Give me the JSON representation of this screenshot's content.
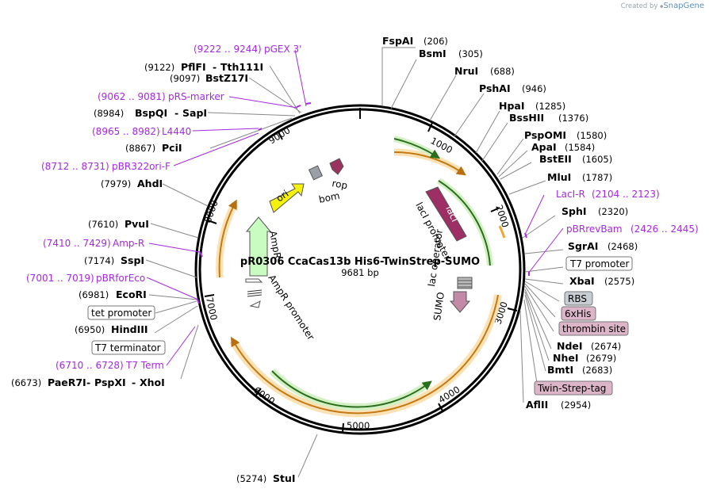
{
  "watermark": {
    "prefix": "Created by",
    "brand": "SnapGene"
  },
  "plasmid": {
    "name": "pR0306 CcaCas13b His6-TwinStrep-SUMO",
    "size_label": "9681 bp"
  },
  "ticks": [
    "1000",
    "2000",
    "3000",
    "4000",
    "5000",
    "6000",
    "7000",
    "8000",
    "9000"
  ],
  "sites": [
    {
      "name": "FspAI",
      "pos": "(206)"
    },
    {
      "name": "BsmI",
      "pos": "(305)"
    },
    {
      "name": "NruI",
      "pos": "(688)"
    },
    {
      "name": "PshAI",
      "pos": "(946)"
    },
    {
      "name": "HpaI",
      "pos": "(1285)"
    },
    {
      "name": "BssHII",
      "pos": "(1376)"
    },
    {
      "name": "PspOMI",
      "pos": "(1580)"
    },
    {
      "name": "ApaI",
      "pos": "(1584)"
    },
    {
      "name": "BstEII",
      "pos": "(1605)"
    },
    {
      "name": "MluI",
      "pos": "(1787)"
    },
    {
      "name": "SphI",
      "pos": "(2320)"
    },
    {
      "name": "SgrAI",
      "pos": "(2468)"
    },
    {
      "name": "XbaI",
      "pos": "(2575)"
    },
    {
      "name": "NdeI",
      "pos": "(2674)"
    },
    {
      "name": "NheI",
      "pos": "(2679)"
    },
    {
      "name": "BmtI",
      "pos": "(2683)"
    },
    {
      "name": "AflII",
      "pos": "(2954)"
    },
    {
      "name": "StuI",
      "pos": "(5274)"
    },
    {
      "name": "PaeR7I",
      "pos": "(6673)"
    },
    {
      "name": "PspXI",
      "pos": ""
    },
    {
      "name": "XhoI",
      "pos": ""
    },
    {
      "name": "HindIII",
      "pos": "(6950)"
    },
    {
      "name": "EcoRI",
      "pos": "(6981)"
    },
    {
      "name": "SspI",
      "pos": "(7174)"
    },
    {
      "name": "PvuI",
      "pos": "(7610)"
    },
    {
      "name": "AhdI",
      "pos": "(7979)"
    },
    {
      "name": "PciI",
      "pos": "(8867)"
    },
    {
      "name": "BspQI",
      "pos": "(8984)"
    },
    {
      "name": "SapI",
      "pos": ""
    },
    {
      "name": "BstZ17I",
      "pos": "(9097)"
    },
    {
      "name": "PflFI",
      "pos": "(9122)"
    },
    {
      "name": "Tth111I",
      "pos": ""
    }
  ],
  "primers": [
    {
      "range": "(9222 .. 9244)",
      "name": "pGEX 3'"
    },
    {
      "range": "(9062 .. 9081)",
      "name": "pRS-marker"
    },
    {
      "range": "(8965 .. 8982)",
      "name": "L4440"
    },
    {
      "range": "(8712 .. 8731)",
      "name": "pBR322ori-F"
    },
    {
      "range": "(2104 .. 2123)",
      "name": "LacI-R"
    },
    {
      "range": "(2426 .. 2445)",
      "name": "pBRrevBam"
    },
    {
      "range": "(7410 .. 7429)",
      "name": "Amp-R"
    },
    {
      "range": "(7001 .. 7019)",
      "name": "pBRforEco"
    },
    {
      "range": "(6710 .. 6728)",
      "name": "T7 Term"
    }
  ],
  "boxed": [
    {
      "label": "T7 promoter",
      "fill": "#ffffff"
    },
    {
      "label": "RBS",
      "fill": "#c7cdd3"
    },
    {
      "label": "6xHis",
      "fill": "#dcb6c8"
    },
    {
      "label": "thrombin site",
      "fill": "#dcb6c8"
    },
    {
      "label": "Twin-Strep-tag",
      "fill": "#dcb6c8"
    },
    {
      "label": "tet promoter",
      "fill": "#ffffff"
    },
    {
      "label": "T7 terminator",
      "fill": "#ffffff"
    }
  ],
  "features": {
    "ori": "ori",
    "rop": "rop",
    "bom": "bom",
    "laci": "lacI",
    "laci_promoter": "lacI promoter",
    "lac_operator": "lac operator",
    "sumo": "SUMO",
    "ampr": "AmpR",
    "ampr_promoter": "AmpR promoter"
  },
  "colors": {
    "primer": "#a429e0",
    "orange_feature": "#f0a531",
    "green_feature": "#3b9a2c",
    "laci": "#9e2f64",
    "ori": "#f4f20a",
    "ampr": "#c9fcc0",
    "rop": "#9b3361",
    "bom": "#9aa0a6"
  }
}
